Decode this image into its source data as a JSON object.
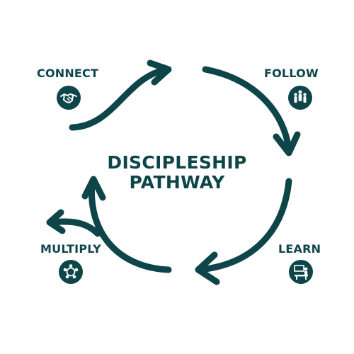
{
  "title": {
    "line1": "DISCIPLESHIP",
    "line2": "PATHWAY"
  },
  "steps": [
    {
      "label": "CONNECT",
      "icon": "handshake-icon"
    },
    {
      "label": "FOLLOW",
      "icon": "people-group-icon"
    },
    {
      "label": "LEARN",
      "icon": "teacher-desk-icon"
    },
    {
      "label": "MULTIPLY",
      "icon": "community-circle-icon"
    }
  ],
  "colors": {
    "primary": "#0d4549",
    "background": "#ffffff"
  }
}
